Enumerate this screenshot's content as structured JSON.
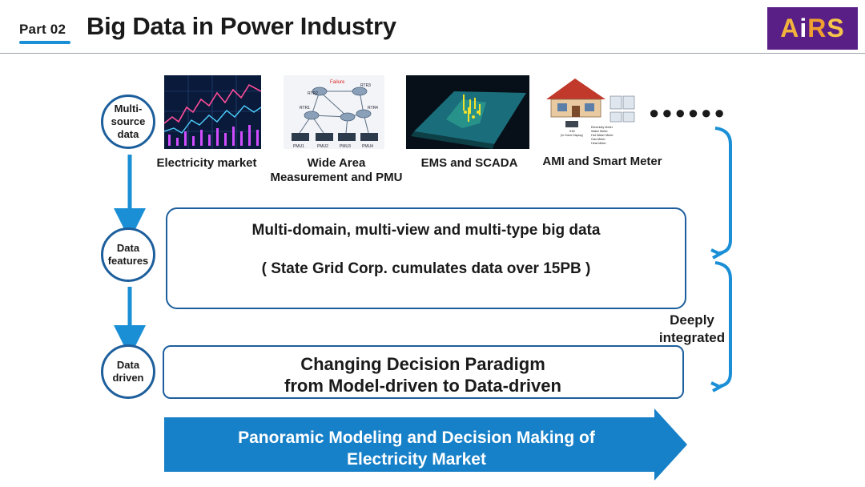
{
  "header": {
    "part_label": "Part 02",
    "title": "Big Data in Power Industry",
    "logo_text": {
      "a": "A",
      "i": "i",
      "r": "R",
      "s": "S"
    }
  },
  "stages": [
    {
      "label_lines": [
        "Multi-",
        "source",
        "data"
      ]
    },
    {
      "label_lines": [
        "Data",
        "features"
      ]
    },
    {
      "label_lines": [
        "Data",
        "driven"
      ]
    }
  ],
  "sources": [
    {
      "caption_lines": [
        "Electricity market"
      ],
      "image": "stock-chart-image"
    },
    {
      "caption_lines": [
        "Wide Area",
        "Measurement and PMU"
      ],
      "image": "network-diagram-image",
      "image_text": {
        "failure": "Failure",
        "nodes": [
          "RTR2",
          "RTR3",
          "RTR1",
          "RTR4"
        ],
        "pmus": [
          "PMU1",
          "PMU2",
          "PMU3",
          "PMU4"
        ]
      }
    },
    {
      "caption_lines": [
        "EMS and SCADA"
      ],
      "image": "3d-map-image"
    },
    {
      "caption_lines": [
        "AMI and Smart Meter"
      ],
      "image": "smart-home-image",
      "image_text": {
        "ihd": "IHD",
        "ihd_sub": "(In Home Display)",
        "meters": [
          "Electricity Meter",
          "Water Meter",
          "Hot Water Meter",
          "Gas Meter",
          "Heat Meter"
        ]
      }
    }
  ],
  "more_indicator": "●●●●●●",
  "features": {
    "line1": "Multi-domain, multi-view and multi-type big data",
    "line2": "( State Grid Corp. cumulates data over 15PB )"
  },
  "driven": {
    "line1": "Changing Decision Paradigm",
    "line2": "from Model-driven to Data-driven"
  },
  "integration_label": {
    "line1": "Deeply",
    "line2": "integrated"
  },
  "banner": {
    "line1": "Panoramic Modeling and Decision Making of",
    "line2": "Electricity Market"
  },
  "colors": {
    "accent_blue": "#1d5f9c",
    "arrow_blue": "#1a8fd6",
    "banner_blue": "#1680c8"
  }
}
